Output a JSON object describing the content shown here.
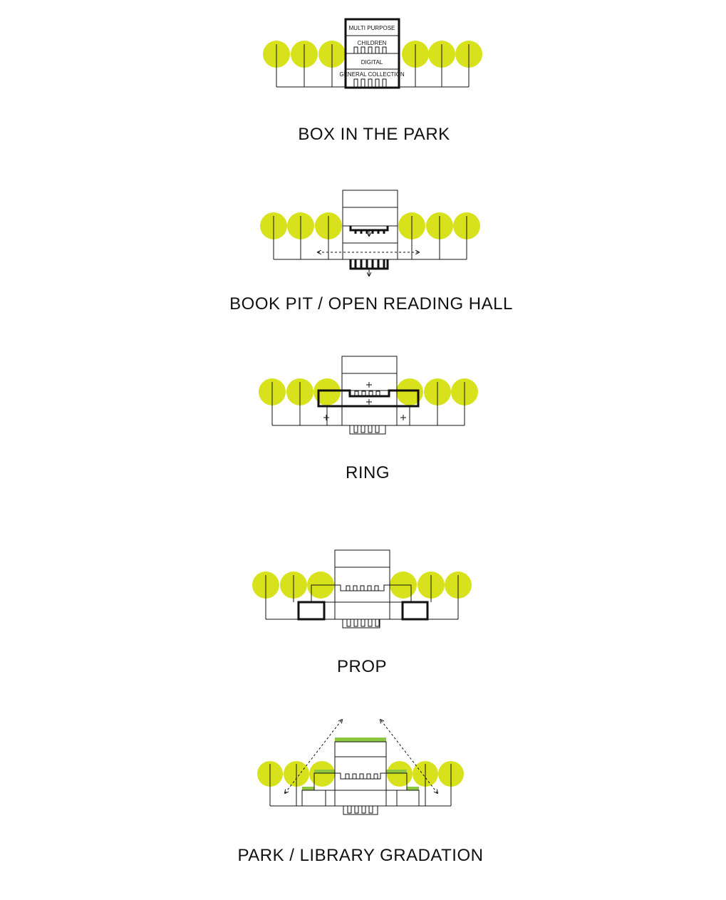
{
  "colors": {
    "tree": "#D8E21C",
    "roof": "#8DC63F",
    "ink": "#111111"
  },
  "diagrams": [
    {
      "id": "box-in-the-park",
      "title": "BOX IN THE PARK",
      "labels": [
        "MULTI PURPOSE",
        "CHILDREN",
        "DIGITAL",
        "GENERAL COLLECTION"
      ]
    },
    {
      "id": "book-pit",
      "title": "BOOK PIT / OPEN READING HALL"
    },
    {
      "id": "ring",
      "title": "RING"
    },
    {
      "id": "prop",
      "title": "PROP"
    },
    {
      "id": "gradation",
      "title": "PARK / LIBRARY GRADATION"
    }
  ]
}
